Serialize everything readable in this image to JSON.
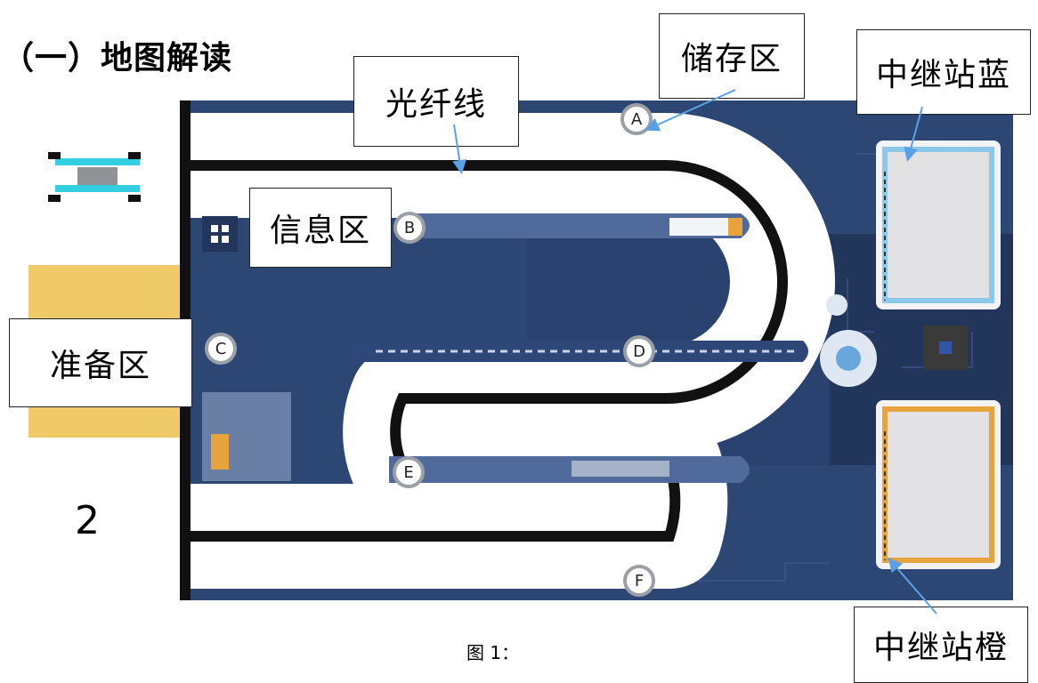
{
  "heading": "（一）地图解读",
  "caption": "图 1：",
  "prep_number": "2",
  "callouts": {
    "fiber": "光纤线",
    "storage": "储存区",
    "relay_blue": "中继站蓝",
    "info": "信息区",
    "prep": "准备区",
    "relay_orange": "中继站橙"
  },
  "markers": [
    "A",
    "B",
    "C",
    "D",
    "E",
    "F"
  ],
  "colors": {
    "board": "#2d4775",
    "board_dark": "#24375e",
    "track": "#ffffff",
    "line": "#111111",
    "prep_zone": "#f0c968",
    "relay_blue": "#8cc8ea",
    "relay_orange": "#e8a43c",
    "relay_fill": "#e2e2e4"
  }
}
